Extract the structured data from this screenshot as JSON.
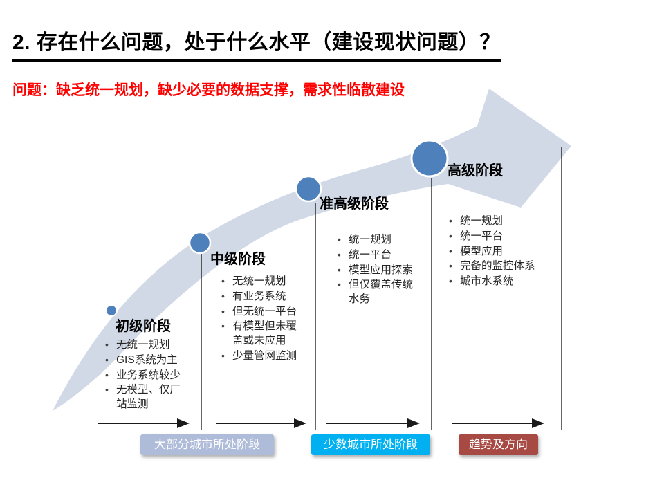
{
  "slide": {
    "title": "2. 存在什么问题，处于什么水平（建设现状问题）？",
    "problem_statement": "问题：缺乏统一规划，缺少必要的数据支撑，需求性临散建设"
  },
  "stages": [
    {
      "title": "初级阶段",
      "items": [
        "无统一规划",
        "GIS系统为主",
        "业务系统较少",
        "无模型、仅厂站监测"
      ]
    },
    {
      "title": "中级阶段",
      "items": [
        "无统一规划",
        "有业务系统",
        "但无统一平台",
        "有模型但未覆盖或未应用",
        "少量管网监测"
      ]
    },
    {
      "title": "准高级阶段",
      "items": [
        "统一规划",
        "统一平台",
        "模型应用探索",
        "但仅覆盖传统水务"
      ]
    },
    {
      "title": "高级阶段",
      "items": [
        "统一规划",
        "统一平台",
        "模型应用",
        "完备的监控体系",
        "城市水系统"
      ]
    }
  ],
  "legend": [
    {
      "label": "大部分城市所处阶段",
      "color": "#AFBCD9"
    },
    {
      "label": "少数城市所处阶段",
      "color": "#00B0F0"
    },
    {
      "label": "趋势及方向",
      "color": "#A84A44"
    }
  ],
  "colors": {
    "arrow_body": "#D1D8E6",
    "stage_circle": "#4E80BC",
    "title_text": "#000000",
    "problem_text": "#FF0000",
    "connector_line": "#000000"
  }
}
